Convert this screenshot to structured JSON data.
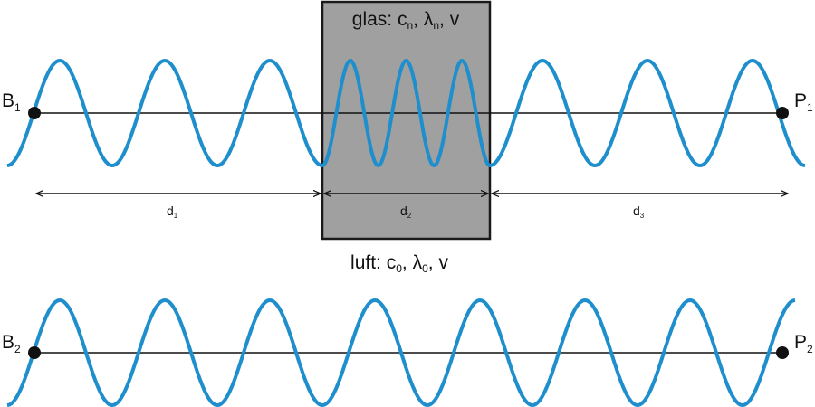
{
  "colors": {
    "wave": "#1e8fcc",
    "glass_fill": "#a0a0a0",
    "glass_border": "#1a1a1a",
    "line": "#111111",
    "point": "#111111"
  },
  "glass": {
    "label_prefix": "glas: c",
    "c_sub": "n",
    "lambda_symbol": "λ",
    "lambda_sub": "n",
    "freq": "v"
  },
  "air": {
    "label_prefix": "luft: c",
    "c_sub": "0",
    "lambda_symbol": "λ",
    "lambda_sub": "0",
    "freq": "v"
  },
  "wave1": {
    "start_label": "B",
    "start_sub": "1",
    "end_label": "P",
    "end_sub": "1",
    "periods_air_before": 3,
    "periods_glass": 3,
    "periods_air_after": 3
  },
  "wave2": {
    "start_label": "B",
    "start_sub": "2",
    "end_label": "P",
    "end_sub": "2",
    "periods": 7.5
  },
  "distances": [
    {
      "label": "d",
      "sub": "1"
    },
    {
      "label": "d",
      "sub": "2"
    },
    {
      "label": "d",
      "sub": "3"
    }
  ]
}
